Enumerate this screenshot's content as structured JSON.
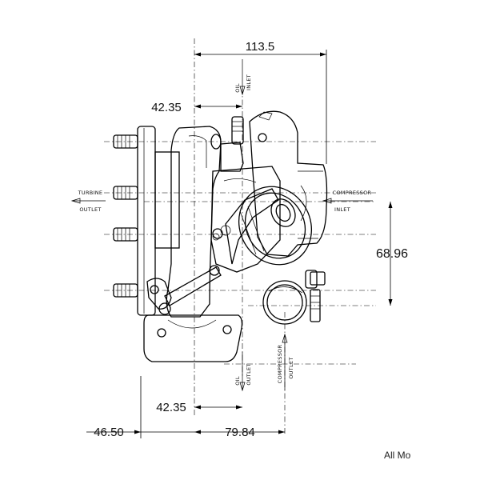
{
  "dimensions": {
    "overall_width": "113.5",
    "oil_inlet_offset": "42.35",
    "compressor_inlet_height": "68.96",
    "oil_outlet_offset": "42.35",
    "turbine_flange_offset": "46.50",
    "compressor_outlet_offset": "79.84"
  },
  "labels": {
    "oil_inlet_1": "OIL",
    "oil_inlet_2": "INLET",
    "turbine_outlet_1": "TURBINE",
    "turbine_outlet_2": "OUTLET",
    "compressor_inlet_1": "COMPRESSOR",
    "compressor_inlet_2": "INLET",
    "oil_outlet_1": "OIL",
    "oil_outlet_2": "OUTLET",
    "compressor_outlet_1": "COMPRESSOR",
    "compressor_outlet_2": "OUTLET"
  },
  "watermark": "All Mo"
}
